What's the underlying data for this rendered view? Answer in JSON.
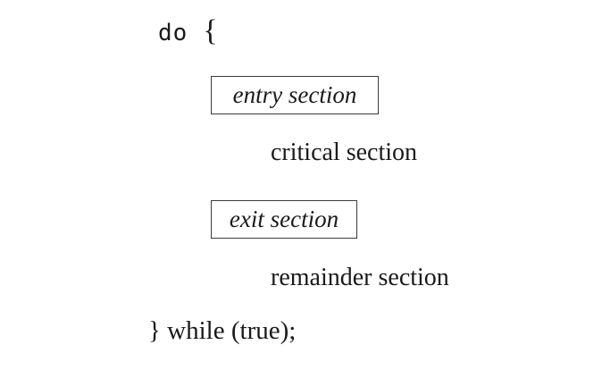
{
  "figure": {
    "do_keyword": "do",
    "open_brace": "{",
    "entry_box_label": "entry section",
    "critical_label": "critical section",
    "exit_box_label": "exit section",
    "remainder_label": "remainder section",
    "close_line": "} while (true);"
  },
  "colors": {
    "text": "#1a1a1a",
    "box_border": "#3c3c3c",
    "background": "#ffffff"
  }
}
